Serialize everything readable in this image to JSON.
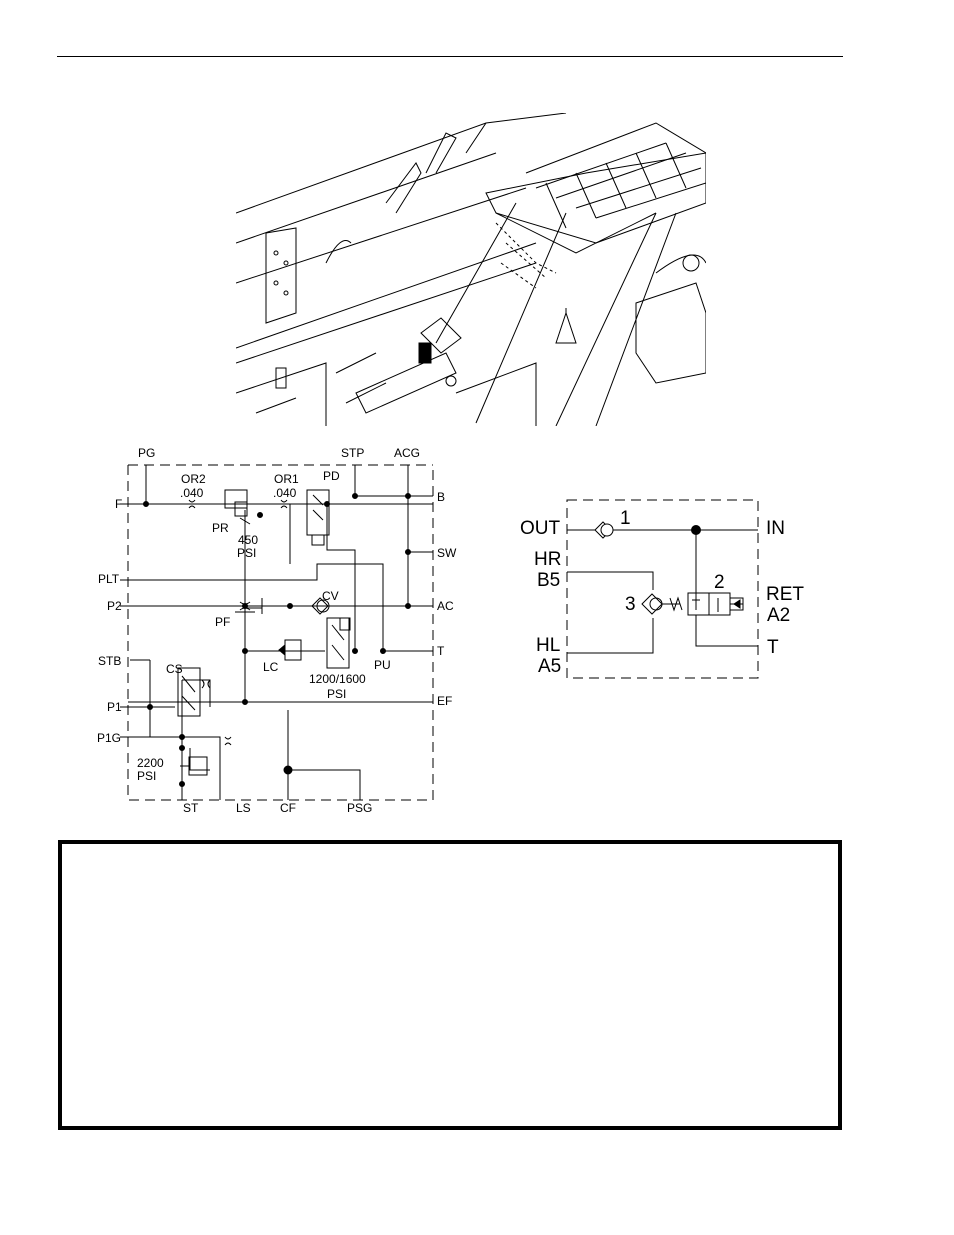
{
  "schematic": {
    "ports": {
      "PG": "PG",
      "STP": "STP",
      "ACG": "ACG",
      "F": "F",
      "B": "B",
      "SW": "SW",
      "PLT": "PLT",
      "P2": "P2",
      "AC": "AC",
      "STB": "STB",
      "T": "T",
      "EF": "EF",
      "P1": "P1",
      "P1G": "P1G",
      "ST": "ST",
      "LS": "LS",
      "CF": "CF",
      "PSG": "PSG"
    },
    "components": {
      "OR2": "OR2",
      "OR2_size": ".040",
      "OR1": "OR1",
      "OR1_size": ".040",
      "PD": "PD",
      "PR": "PR",
      "PR_setting_1": "450",
      "PR_setting_2": "PSI",
      "CV": "CV",
      "PF": "PF",
      "LC": "LC",
      "PU": "PU",
      "PU_setting_1": "1200/1600",
      "PU_setting_2": "PSI",
      "CS": "CS",
      "ST_setting_1": "2200",
      "ST_setting_2": "PSI"
    }
  },
  "valve_diagram": {
    "OUT": "OUT",
    "IN": "IN",
    "HR": "HR",
    "B5": "B5",
    "RET": "RET",
    "A2": "A2",
    "HL": "HL",
    "A5": "A5",
    "T": "T",
    "n1": "1",
    "n2": "2",
    "n3": "3"
  },
  "colors": {
    "ink": "#000000",
    "background": "#ffffff"
  }
}
